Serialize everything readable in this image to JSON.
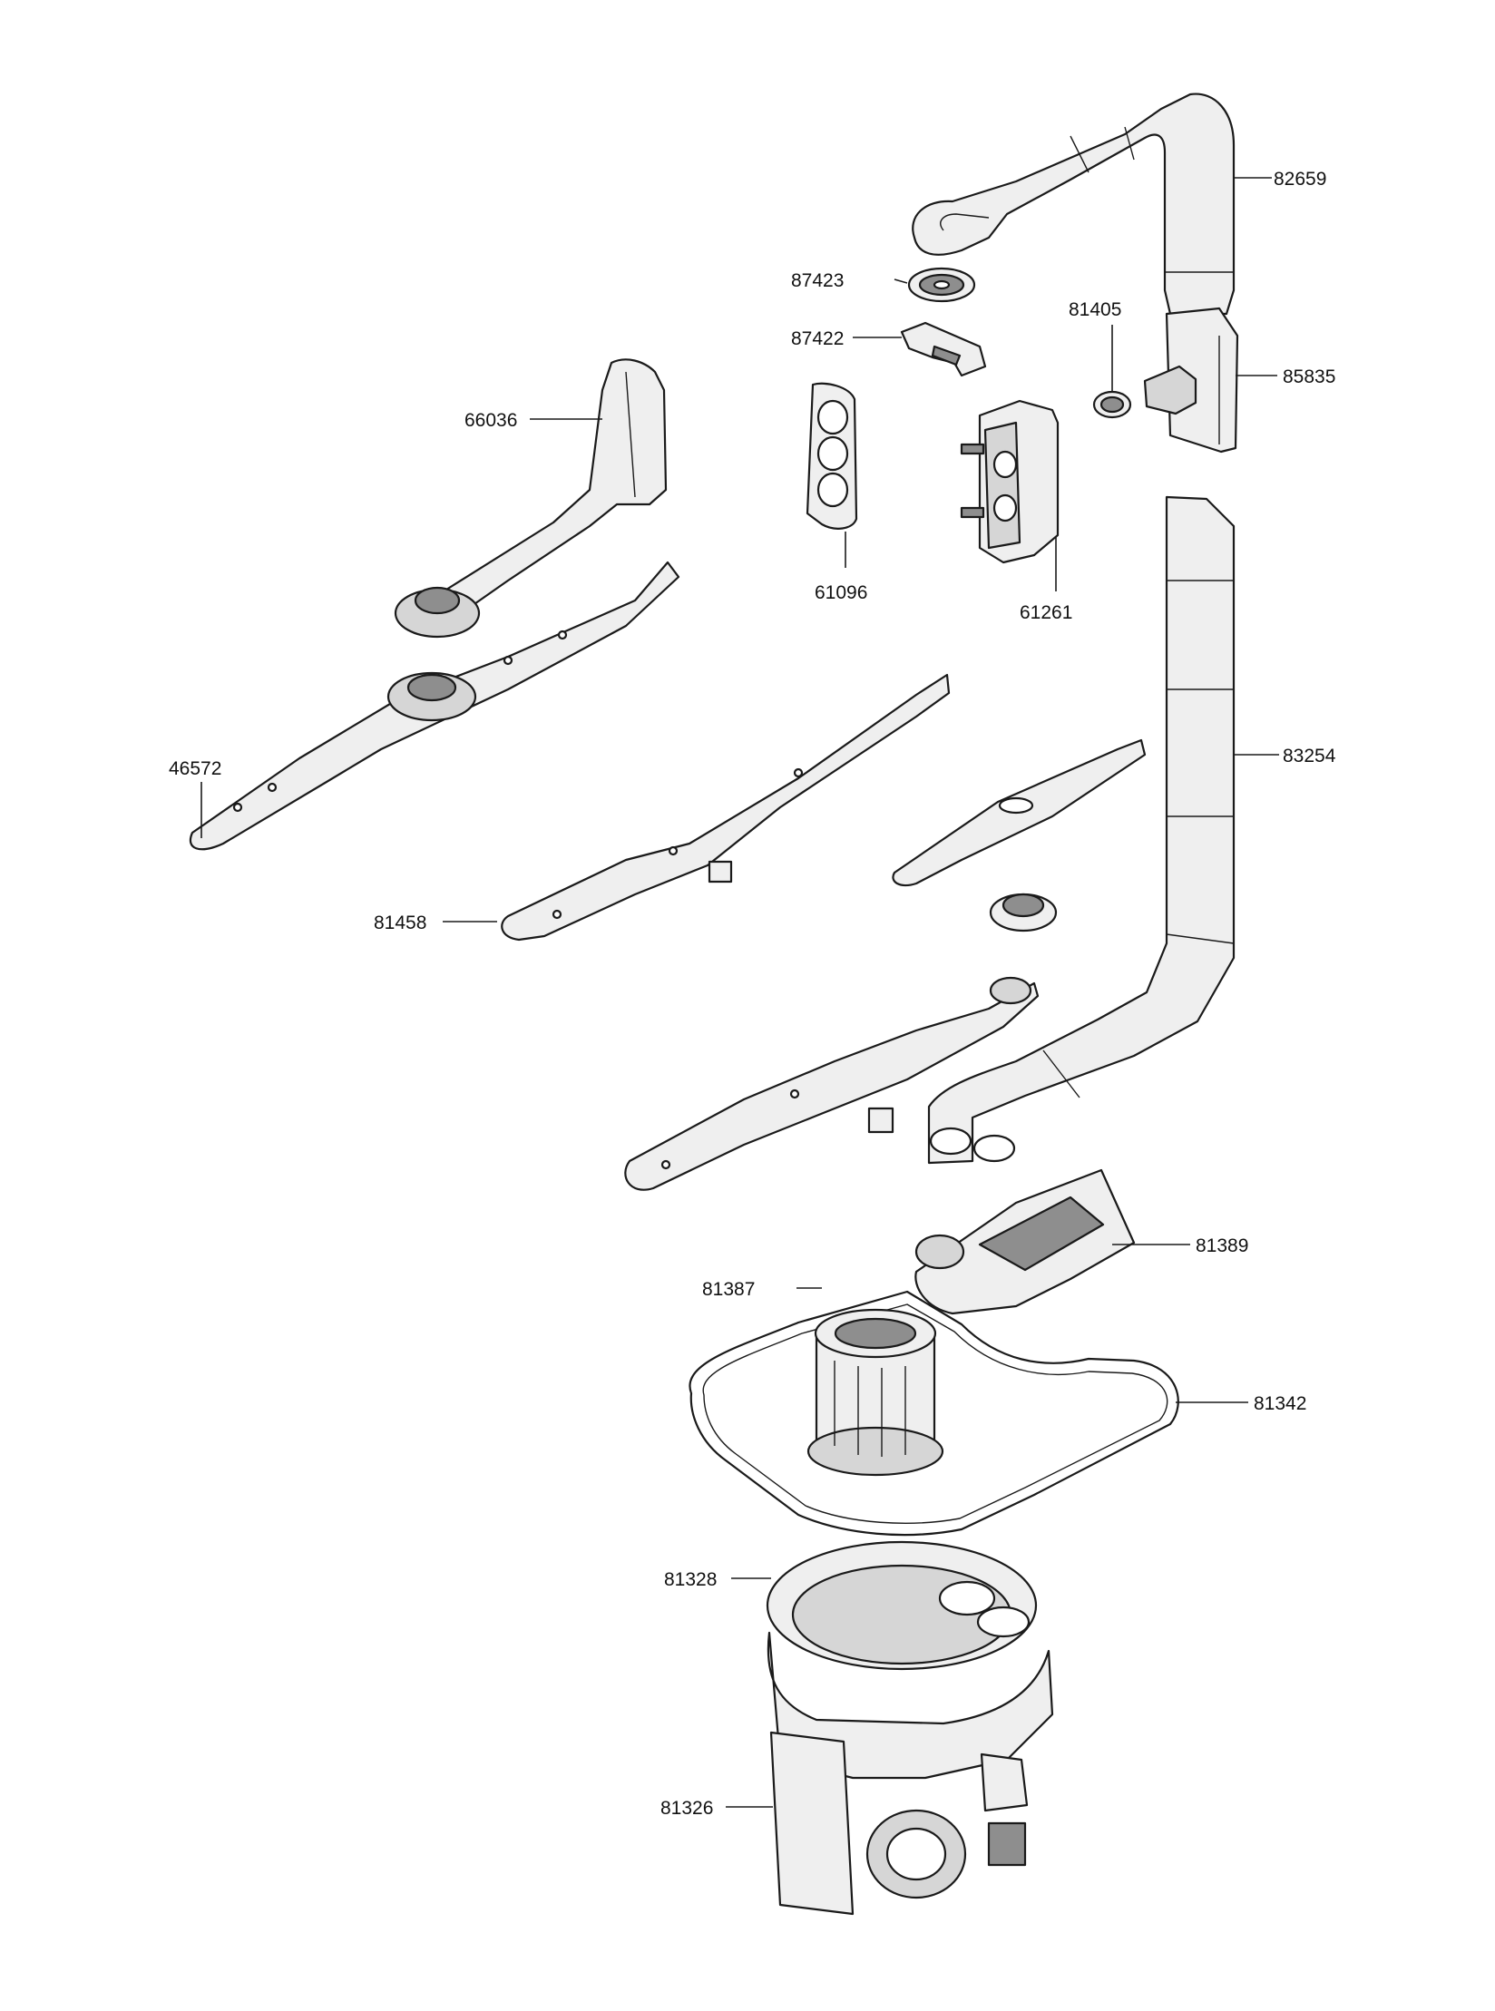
{
  "diagram": {
    "part_numbers": {
      "p82659": "82659",
      "p87423": "87423",
      "p87422": "87422",
      "p81405": "81405",
      "p85835": "85835",
      "p66036": "66036",
      "p61096": "61096",
      "p61261": "61261",
      "p46572": "46572",
      "p83254": "83254",
      "p81458": "81458",
      "p81389": "81389",
      "p81387": "81387",
      "p81342": "81342",
      "p81328": "81328",
      "p81326": "81326"
    }
  }
}
